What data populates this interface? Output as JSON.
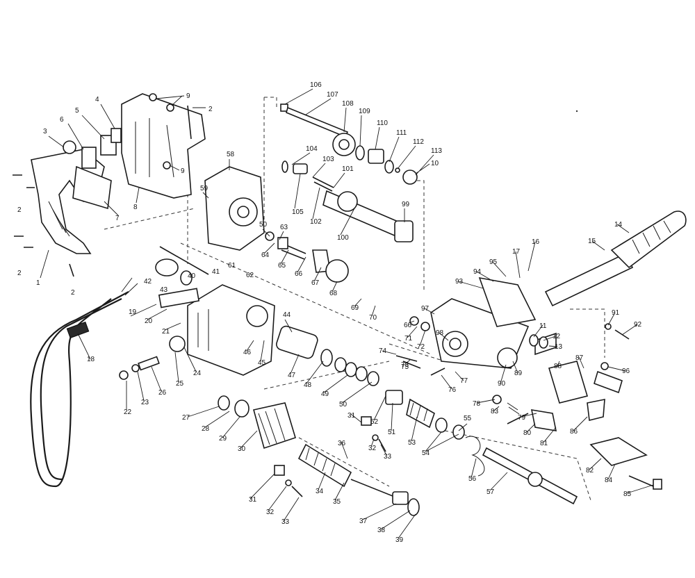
{
  "diagram": {
    "part_numbers": [
      "1",
      "2",
      "3",
      "4",
      "5",
      "6",
      "7",
      "8",
      "9",
      "10",
      "11",
      "12",
      "13",
      "14",
      "15",
      "16",
      "17",
      "18",
      "19",
      "20",
      "21",
      "22",
      "23",
      "24",
      "25",
      "26",
      "27",
      "28",
      "29",
      "30",
      "31",
      "32",
      "33",
      "34",
      "35",
      "36",
      "37",
      "38",
      "39",
      "40",
      "41",
      "42",
      "43",
      "44",
      "45",
      "46",
      "47",
      "48",
      "49",
      "50",
      "51",
      "52",
      "53",
      "54",
      "55",
      "56",
      "57",
      "58",
      "59",
      "60",
      "61",
      "62",
      "63",
      "64",
      "65",
      "66",
      "67",
      "68",
      "69",
      "70",
      "71",
      "72",
      "73",
      "74",
      "75",
      "76",
      "77",
      "78",
      "79",
      "80",
      "81",
      "82",
      "83",
      "84",
      "85",
      "86",
      "87",
      "88",
      "89",
      "90",
      "91",
      "92",
      "93",
      "94",
      "95",
      "96",
      "97",
      "98",
      "99",
      "100",
      "101",
      "102",
      "103",
      "104",
      "105",
      "106",
      "107",
      "108",
      "109",
      "110",
      "111",
      "112",
      "113"
    ]
  },
  "colors": {
    "ink": "#1a1a1a",
    "paper": "#ffffff"
  }
}
